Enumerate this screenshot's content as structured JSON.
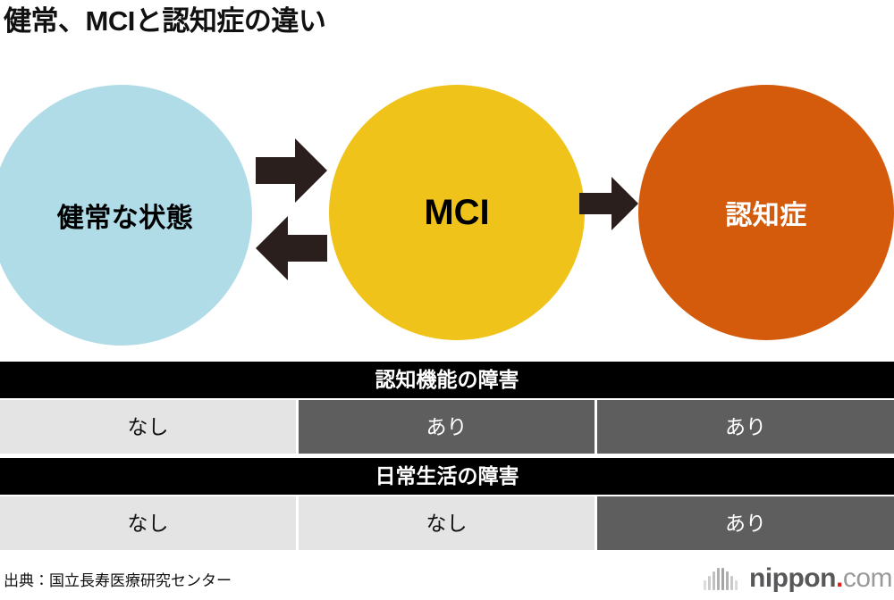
{
  "title": "健常、MCIと認知症の違い",
  "diagram": {
    "nodes": [
      {
        "id": "healthy",
        "label": "健常な状態",
        "color": "#b0dce8",
        "text_color": "#000000"
      },
      {
        "id": "mci",
        "label": "MCI",
        "color": "#efc319",
        "text_color": "#000000"
      },
      {
        "id": "dementia",
        "label": "認知症",
        "color": "#d35b0b",
        "text_color": "#ffffff"
      }
    ],
    "arrows": [
      {
        "id": "healthy-to-mci",
        "direction": "right",
        "icon": "arrow-right-icon",
        "color": "#2a1f1c"
      },
      {
        "id": "mci-to-healthy",
        "direction": "left",
        "icon": "arrow-left-icon",
        "color": "#2a1f1c"
      },
      {
        "id": "mci-to-dementia",
        "direction": "right",
        "icon": "arrow-right-icon",
        "color": "#2a1f1c"
      }
    ]
  },
  "tables": [
    {
      "id": "cognitive",
      "header": "認知機能の障害",
      "cells": [
        {
          "value": "なし",
          "state": "light"
        },
        {
          "value": "あり",
          "state": "dark"
        },
        {
          "value": "あり",
          "state": "dark"
        }
      ]
    },
    {
      "id": "daily",
      "header": "日常生活の障害",
      "cells": [
        {
          "value": "なし",
          "state": "light"
        },
        {
          "value": "なし",
          "state": "light"
        },
        {
          "value": "あり",
          "state": "dark"
        }
      ]
    }
  ],
  "footer": {
    "source": "出典：国立長寿医療研究センター",
    "logo": {
      "mark": "sound-bars-icon",
      "name": "nippon",
      "dot": ".",
      "tld": "com"
    }
  },
  "colors": {
    "healthy": "#b0dce8",
    "mci": "#efc319",
    "dementia": "#d35b0b",
    "arrow": "#2a1f1c",
    "header_bg": "#000000",
    "cell_light": "#e4e4e4",
    "cell_dark": "#5e5e5e",
    "logo_red": "#e2231a",
    "logo_gray": "#58585a"
  }
}
